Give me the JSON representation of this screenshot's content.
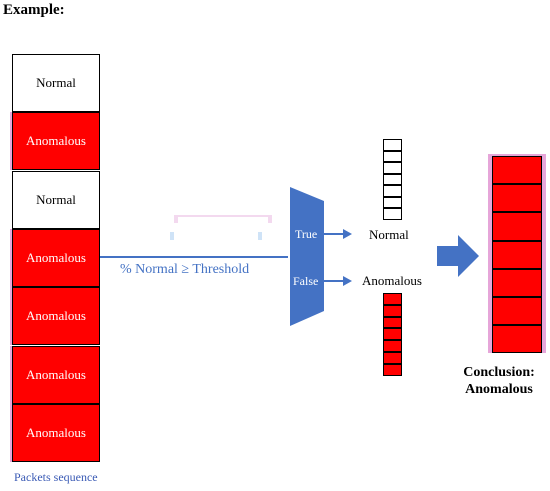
{
  "title": "Example:",
  "packets": [
    {
      "label": "Normal",
      "type": "normal"
    },
    {
      "label": "Anomalous",
      "type": "anomalous"
    },
    {
      "label": "Normal",
      "type": "normal"
    },
    {
      "label": "Anomalous",
      "type": "anomalous"
    },
    {
      "label": "Anomalous",
      "type": "anomalous"
    },
    {
      "label": "Anomalous",
      "type": "anomalous"
    },
    {
      "label": "Anomalous",
      "type": "anomalous"
    }
  ],
  "sequence_label": "Packets sequence",
  "condition": "% Normal ≥ Threshold",
  "decision": {
    "true_label": "True",
    "false_label": "False"
  },
  "outputs": {
    "normal_label": "Normal",
    "anomalous_label": "Anomalous"
  },
  "conclusion": {
    "line1": "Conclusion:",
    "line2": "Anomalous"
  },
  "colors": {
    "anomalous": "#ff0000",
    "accent": "#4472c4",
    "seq_text": "#3b5bb5"
  }
}
